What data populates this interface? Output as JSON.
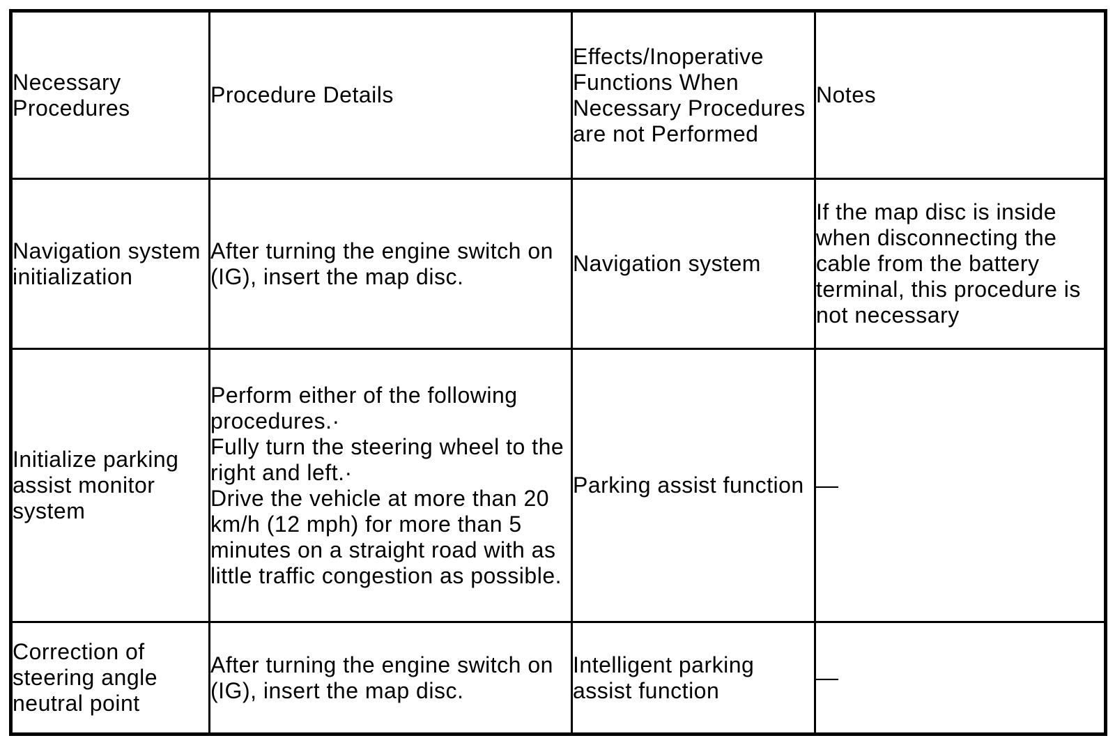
{
  "table": {
    "columns": [
      "Necessary Procedures",
      "Procedure Details",
      "Effects/Inoperative Functions When Necessary Procedures are not Performed",
      "Notes"
    ],
    "rows": [
      {
        "procedure": "Navigation system initialization",
        "details": [
          "After turning the engine switch on (IG), insert the map disc."
        ],
        "effects": "Navigation system",
        "notes": "If the map disc is inside when disconnecting the cable from the battery terminal, this procedure is not necessary"
      },
      {
        "procedure": "Initialize parking assist monitor system",
        "details": [
          "Perform either of the following procedures.·",
          "Fully turn the steering wheel to the right and left.·",
          "Drive the vehicle at more than 20 km/h (12 mph) for more than 5 minutes on a straight road with as little traffic congestion as possible."
        ],
        "effects": "Parking assist function",
        "notes": "—"
      },
      {
        "procedure": "Correction of steering angle neutral point",
        "details": [
          "After turning the engine switch on (IG), insert the map disc."
        ],
        "effects": "Intelligent parking assist function",
        "notes": "—"
      }
    ],
    "colors": {
      "border": "#000000",
      "text": "#000000",
      "background": "#ffffff"
    }
  }
}
